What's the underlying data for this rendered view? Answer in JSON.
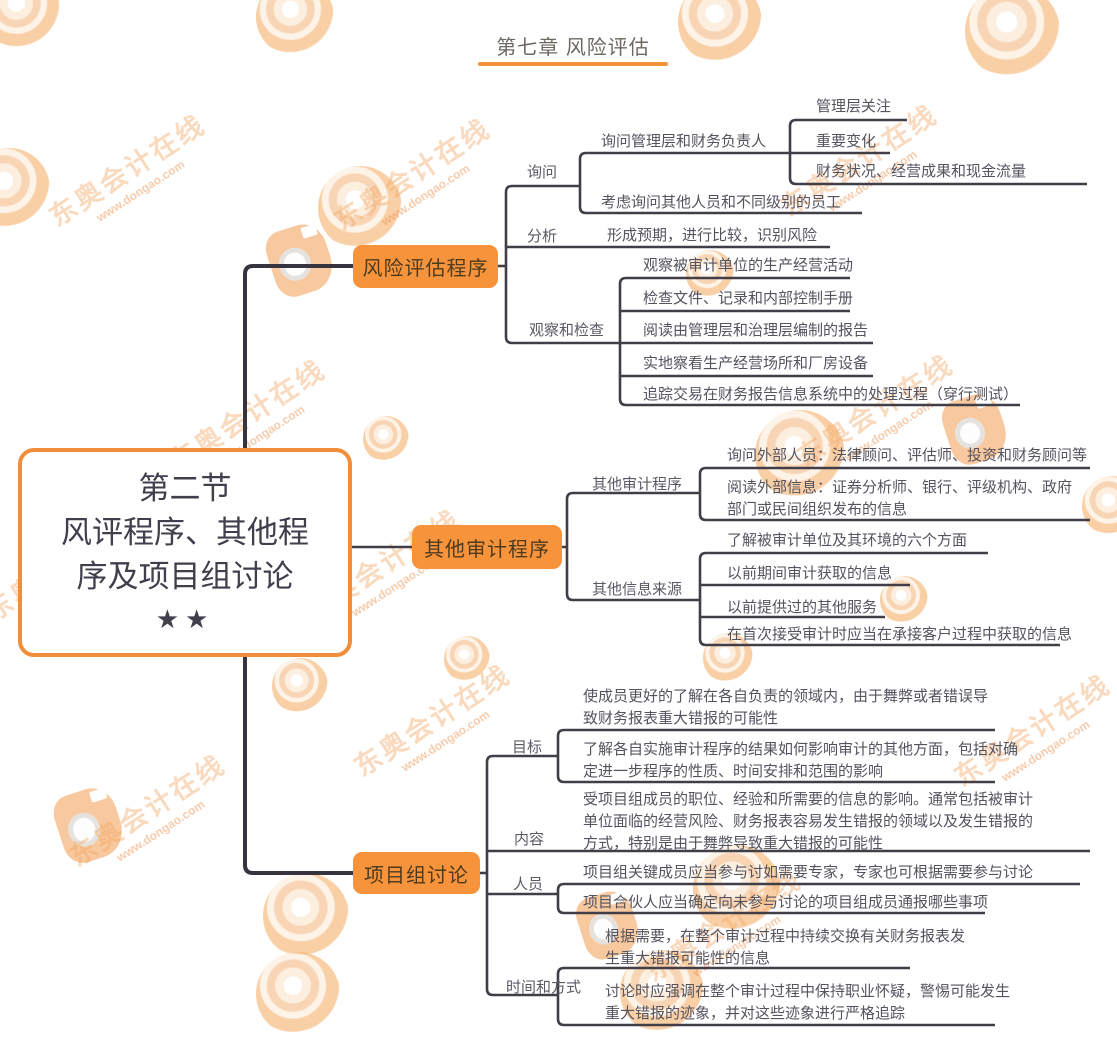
{
  "chapter_title": "第七章 风险评估",
  "root_node": {
    "l1": "第二节",
    "l2": "风评程序、其他程",
    "l3": "序及项目组讨论",
    "l4": "★★"
  },
  "watermark": {
    "brand": "东奥会计在线",
    "site": "www.dongao.com"
  },
  "colors": {
    "accent_orange": "#F7943B",
    "border_orange": "#F08E3C",
    "line_dark": "#413E48",
    "text_dark": "#54535E"
  },
  "b1": {
    "label": "风险评估程序",
    "inquiry": {
      "label": "询问",
      "mgmt": {
        "text": "询问管理层和财务负责人",
        "c1": "管理层关注",
        "c2": "重要变化",
        "c3": "财务状况、经营成果和现金流量"
      },
      "other": "考虑询问其他人员和不同级别的员工"
    },
    "analysis": {
      "label": "分析",
      "text": "形成预期，进行比较，识别风险"
    },
    "observe": {
      "label": "观察和检查",
      "c1": "观察被审计单位的生产经营活动",
      "c2": "检查文件、记录和内部控制手册",
      "c3": "阅读由管理层和治理层编制的报告",
      "c4": "实地察看生产经营场所和厂房设备",
      "c5": "追踪交易在财务报告信息系统中的处理过程（穿行测试）"
    }
  },
  "b2": {
    "label": "其他审计程序",
    "procs": {
      "label": "其他审计程序",
      "c1": "询问外部人员：法律顾问、评估师、投资和财务顾问等",
      "c2l1": "阅读外部信息：证券分析师、银行、评级机构、政府",
      "c2l2": "部门或民间组织发布的信息"
    },
    "sources": {
      "label": "其他信息来源",
      "c1": "了解被审计单位及其环境的六个方面",
      "c2": "以前期间审计获取的信息",
      "c3": "以前提供过的其他服务",
      "c4": "在首次接受审计时应当在承接客户过程中获取的信息"
    }
  },
  "b3": {
    "label": "项目组讨论",
    "goal": {
      "label": "目标",
      "c1l1": "使成员更好的了解在各自负责的领域内，由于舞弊或者错误导",
      "c1l2": "致财务报表重大错报的可能性",
      "c2l1": "了解各自实施审计程序的结果如何影响审计的其他方面，包括对确",
      "c2l2": "定进一步程序的性质、时间安排和范围的影响"
    },
    "content": {
      "label": "内容",
      "c1l1": "受项目组成员的职位、经验和所需要的信息的影响。通常包括被审计",
      "c1l2": "单位面临的经营风险、财务报表容易发生错报的领域以及发生错报的",
      "c1l3": "方式，特别是由于舞弊导致重大错报的可能性"
    },
    "people": {
      "label": "人员",
      "c1": "项目组关键成员应当参与讨如需要专家，专家也可根据需要参与讨论",
      "c2": "项目合伙人应当确定向未参与讨论的项目组成员通报哪些事项"
    },
    "timing": {
      "label": "时间和方式",
      "c1l1": "根据需要，在整个审计过程中持续交换有关财务报表发",
      "c1l2": "生重大错报可能性的信息",
      "c2l1": "讨论时应强调在整个审计过程中保持职业怀疑，警惕可能发生",
      "c2l2": "重大错报的迹象，并对这些迹象进行严格追踪"
    }
  }
}
